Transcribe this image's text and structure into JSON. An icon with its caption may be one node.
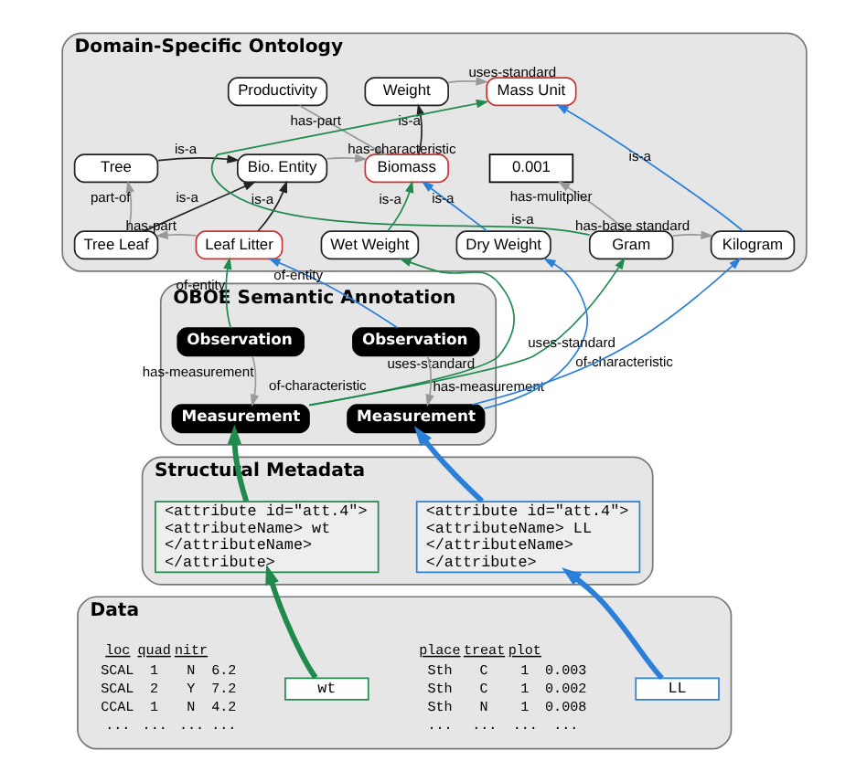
{
  "diagram": {
    "nodes": [
      {
        "text": [
          "Domain-Specific Ontology"
        ]
      },
      {
        "text": [
          "Productivity"
        ],
        "in": 0
      },
      {
        "text": [
          "Weight"
        ],
        "in": 0
      },
      {
        "text": [
          "Mass Unit"
        ],
        "in": 0
      },
      {
        "text": [
          "Tree"
        ],
        "in": 0
      },
      {
        "text": [
          "Bio. Entity"
        ],
        "in": 0
      },
      {
        "text": [
          "Biomass"
        ],
        "in": 0
      },
      {
        "text": [
          "0.001"
        ],
        "in": 0
      },
      {
        "text": [
          "Tree Leaf"
        ],
        "in": 0
      },
      {
        "text": [
          "Leaf Litter"
        ],
        "in": 0
      },
      {
        "text": [
          "Wet Weight"
        ],
        "in": 0
      },
      {
        "text": [
          "Dry Weight"
        ],
        "in": 0
      },
      {
        "text": [
          "Gram"
        ],
        "in": 0
      },
      {
        "text": [
          "Kilogram"
        ],
        "in": 0
      },
      {
        "text": [
          "OBOE Semantic Annotation"
        ]
      },
      {
        "text": [
          "Observation"
        ],
        "in": 14
      },
      {
        "text": [
          "Measurement"
        ],
        "in": 14
      },
      {
        "text": [
          "Observation"
        ],
        "in": 14
      },
      {
        "text": [
          "Measurement"
        ],
        "in": 14
      },
      {
        "text": [
          "Structural Metadata"
        ]
      },
      {
        "text": [
          "<attribute id=\"att.4\"> <attributeName> wt </attributeName> </attribute>"
        ],
        "in": 19
      },
      {
        "text": [
          "<attribute id=\"att.4\"> <attributeName> LL </attributeName> </attribute>"
        ],
        "in": 19
      },
      {
        "text": [
          "Data"
        ]
      },
      {
        "text": [
          "wt"
        ],
        "in": 22
      },
      {
        "text": [
          "LL"
        ],
        "in": 22
      }
    ],
    "edges": [
      {
        "from": 4,
        "to": 5,
        "arrow": "to",
        "label": "is-a",
        "color": "#222222"
      },
      {
        "from": 8,
        "to": 5,
        "arrow": "to",
        "label": "is-a",
        "color": "#222222"
      },
      {
        "from": 8,
        "to": 4,
        "arrow": "to",
        "label": "part-of"
      },
      {
        "from": 9,
        "to": 8,
        "arrow": "to",
        "label": "has-part"
      },
      {
        "from": 9,
        "to": 5,
        "arrow": "to",
        "label": "is-a",
        "color": "#222222"
      },
      {
        "from": 5,
        "to": 6,
        "arrow": "to",
        "label": "has-characteristic"
      },
      {
        "from": 1,
        "to": 6,
        "arrow": "to",
        "label": "has-part"
      },
      {
        "from": 6,
        "to": 2,
        "arrow": "to",
        "label": "is-a",
        "color": "#222222"
      },
      {
        "from": 2,
        "to": 3,
        "arrow": "to",
        "label": "uses-standard"
      },
      {
        "from": 10,
        "to": 6,
        "arrow": "to",
        "label": "is-a",
        "color": "#1f8a4c"
      },
      {
        "from": 11,
        "to": 6,
        "arrow": "to",
        "label": "is-a",
        "color": "#2a7fd8"
      },
      {
        "from": 12,
        "to": 7,
        "arrow": "to",
        "label": "has-mulitplier"
      },
      {
        "from": 12,
        "to": 3,
        "arrow": "to",
        "label": "is-a",
        "color": "#1f8a4c"
      },
      {
        "from": 12,
        "to": 13,
        "arrow": "to",
        "label": "has-base standard"
      },
      {
        "from": 13,
        "to": 3,
        "arrow": "to",
        "label": "is-a",
        "color": "#2a7fd8"
      },
      {
        "from": 15,
        "to": 9,
        "arrow": "to",
        "label": "of-entity",
        "color": "#1f8a4c"
      },
      {
        "from": 16,
        "to": 10,
        "arrow": "to",
        "label": "of-characteristic",
        "color": "#1f8a4c"
      },
      {
        "from": 16,
        "to": 12,
        "arrow": "to",
        "label": "uses-standard",
        "color": "#1f8a4c"
      },
      {
        "from": 15,
        "to": 16,
        "arrow": "to",
        "label": "has-measurement"
      },
      {
        "from": 17,
        "to": 9,
        "arrow": "to",
        "label": "of-entity",
        "color": "#2a7fd8"
      },
      {
        "from": 18,
        "to": 11,
        "arrow": "to",
        "label": "of-characteristic",
        "color": "#2a7fd8"
      },
      {
        "from": 18,
        "to": 13,
        "arrow": "to",
        "label": "uses-standard",
        "color": "#2a7fd8"
      },
      {
        "from": 17,
        "to": 18,
        "arrow": "to",
        "label": "has-measurement"
      },
      {
        "from": 20,
        "to": 16,
        "arrow": "to",
        "style": "thick",
        "color": "#1f8a4c"
      },
      {
        "from": 21,
        "to": 18,
        "arrow": "to",
        "style": "thick",
        "color": "#2a7fd8"
      },
      {
        "from": 23,
        "to": 20,
        "arrow": "to",
        "style": "thick",
        "color": "#1f8a4c"
      },
      {
        "from": 24,
        "to": 21,
        "arrow": "to",
        "style": "thick",
        "color": "#2a7fd8"
      }
    ],
    "labels": [
      "loc",
      "quad",
      "nitr",
      "SCAL",
      "1",
      "N",
      "6.2",
      "SCAL",
      "2",
      "Y",
      "7.2",
      "CCAL",
      "1",
      "N",
      "4.2",
      "...",
      "...",
      "...",
      "...",
      "place",
      "treat",
      "plot",
      "Sth",
      "C",
      "1",
      "0.003",
      "Sth",
      "C",
      "1",
      "0.002",
      "Sth",
      "N",
      "1",
      "0.008",
      "...",
      "...",
      "...",
      "..."
    ]
  }
}
